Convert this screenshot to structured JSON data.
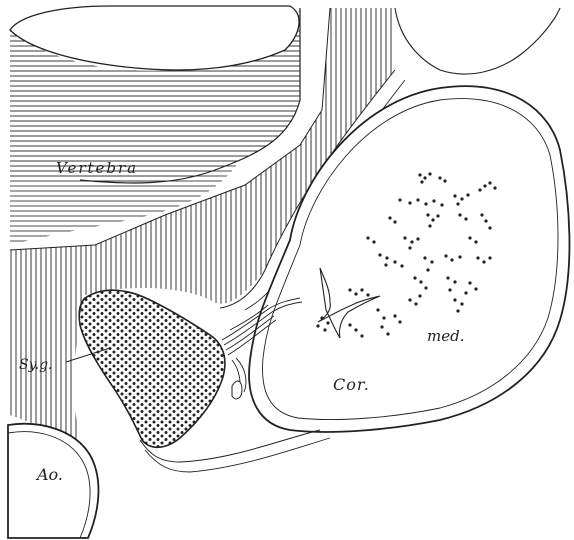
{
  "labels": {
    "vertebra": "Vertebra",
    "medulla": "med.",
    "cortex": "Cor.",
    "sympathetic_ganglion": "Sy.g.",
    "aorta": "Ao."
  },
  "colors": {
    "ink": "#222222",
    "paper": "#ffffff"
  }
}
